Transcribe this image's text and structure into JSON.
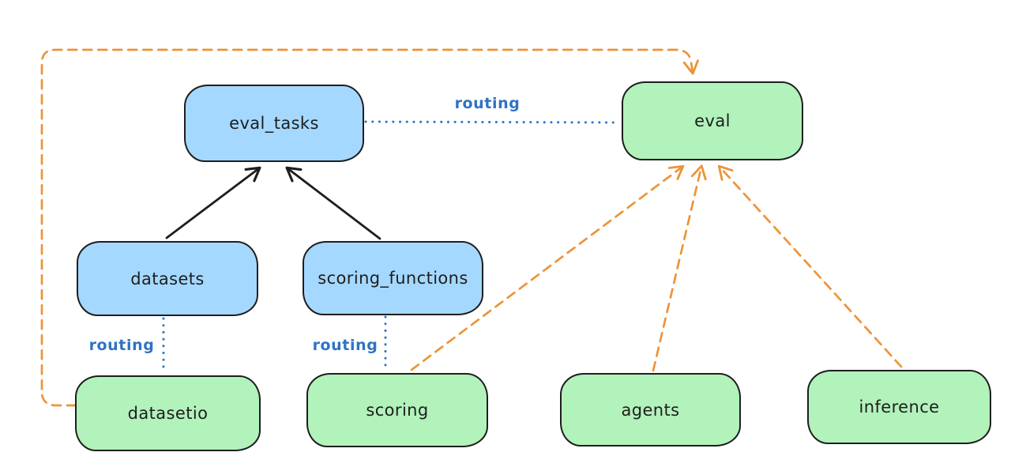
{
  "diagram": {
    "background": "#ffffff",
    "colors": {
      "node_blue_fill": "#a5d8ff",
      "node_green_fill": "#b2f2bb",
      "node_stroke": "#1e1e1e",
      "solid_arrow": "#1e1e1e",
      "routing_blue": "#2e73c5",
      "dashed_orange": "#ec9438"
    },
    "nodes": [
      {
        "id": "eval_tasks",
        "label": "eval_tasks",
        "fill": "blue"
      },
      {
        "id": "eval",
        "label": "eval",
        "fill": "green"
      },
      {
        "id": "datasets",
        "label": "datasets",
        "fill": "blue"
      },
      {
        "id": "scoring_functions",
        "label": "scoring_functions",
        "fill": "blue"
      },
      {
        "id": "datasetio",
        "label": "datasetio",
        "fill": "green"
      },
      {
        "id": "scoring",
        "label": "scoring",
        "fill": "green"
      },
      {
        "id": "agents",
        "label": "agents",
        "fill": "green"
      },
      {
        "id": "inference",
        "label": "inference",
        "fill": "green"
      }
    ],
    "edge_labels": [
      {
        "text": "routing"
      },
      {
        "text": "routing"
      },
      {
        "text": "routing"
      }
    ],
    "edges": [
      {
        "from": "datasets",
        "to": "eval_tasks",
        "style": "solid-arrow",
        "color": "#1e1e1e"
      },
      {
        "from": "scoring_functions",
        "to": "eval_tasks",
        "style": "solid-arrow",
        "color": "#1e1e1e"
      },
      {
        "from": "eval_tasks",
        "to": "eval",
        "style": "dotted",
        "color": "#2e73c5",
        "label": "routing"
      },
      {
        "from": "datasets",
        "to": "datasetio",
        "style": "dotted",
        "color": "#2e73c5",
        "label": "routing"
      },
      {
        "from": "scoring_functions",
        "to": "scoring",
        "style": "dotted",
        "color": "#2e73c5",
        "label": "routing"
      },
      {
        "from": "datasetio",
        "to": "eval",
        "style": "dashed-arrow",
        "color": "#ec9438"
      },
      {
        "from": "scoring",
        "to": "eval",
        "style": "dashed-arrow",
        "color": "#ec9438"
      },
      {
        "from": "agents",
        "to": "eval",
        "style": "dashed-arrow",
        "color": "#ec9438"
      },
      {
        "from": "inference",
        "to": "eval",
        "style": "dashed-arrow",
        "color": "#ec9438"
      }
    ]
  }
}
